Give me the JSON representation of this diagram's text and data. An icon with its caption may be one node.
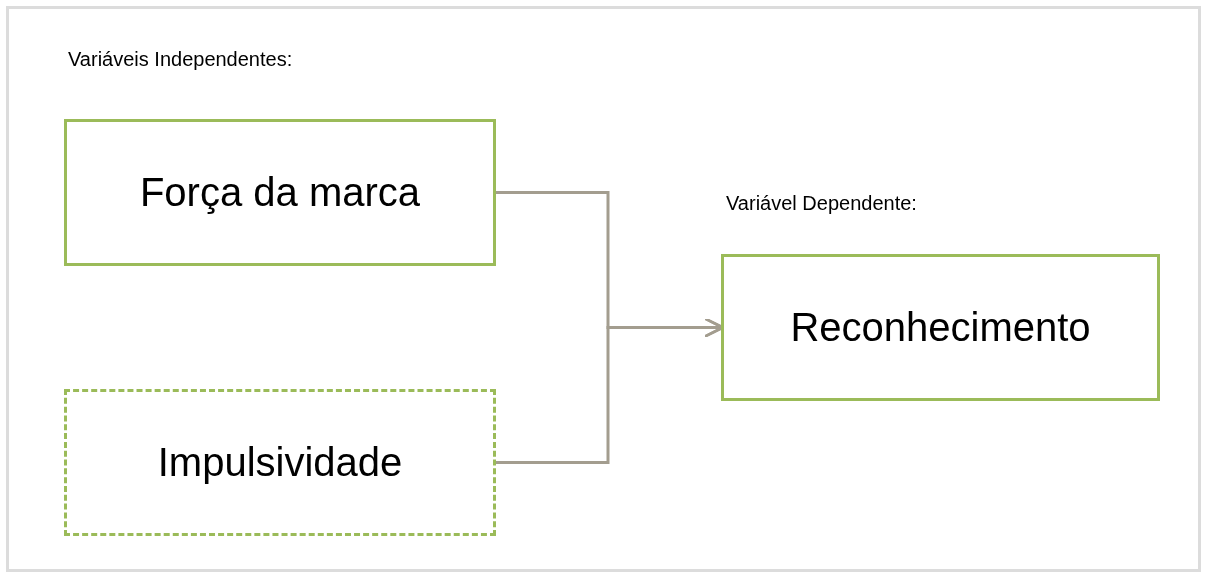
{
  "diagram": {
    "nodes": [
      {
        "text": [
          "Força da marca"
        ]
      },
      {
        "text": [
          "Impulsividade"
        ]
      },
      {
        "text": [
          "Reconhecimento"
        ]
      }
    ],
    "edges": [
      {
        "from": 0,
        "to": 2,
        "arrow": "to"
      },
      {
        "from": 1,
        "to": 2,
        "arrow": "to"
      }
    ],
    "labels": [
      "Variáveis Independentes:",
      "Variável Dependente:"
    ]
  }
}
